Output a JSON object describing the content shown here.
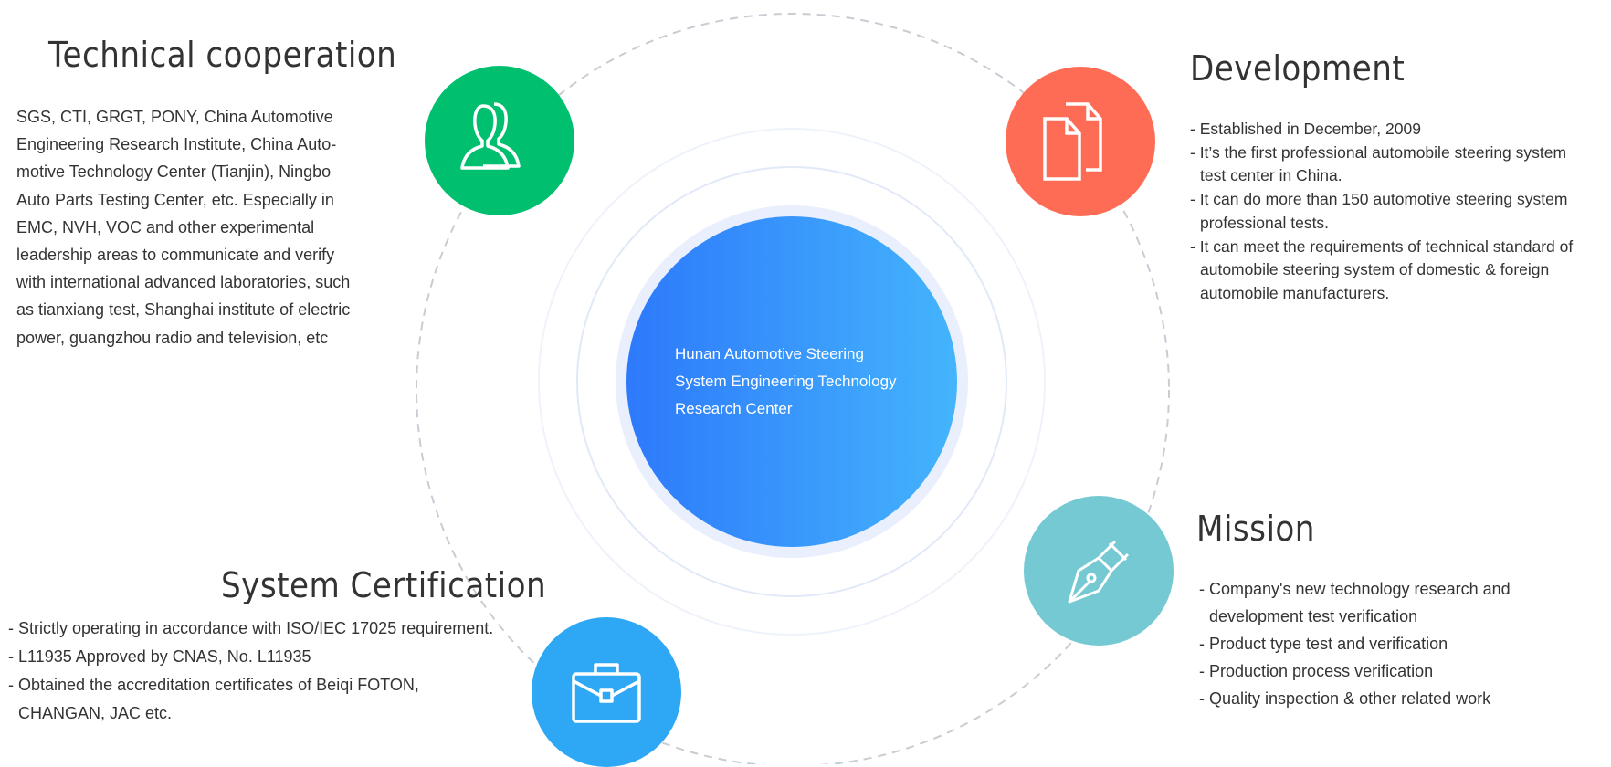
{
  "center": {
    "lines": [
      "Hunan Automotive Steering",
      "System Engineering Technology",
      "Research Center"
    ]
  },
  "technical_cooperation": {
    "title": "Technical cooperation",
    "icon": "users-icon",
    "color": "#00bf6f",
    "lines": [
      "SGS, CTI, GRGT, PONY, China Automotive",
      "Engineering Research Institute, China Auto-",
      "motive Technology  Center (Tianjin), Ningbo",
      "Auto Parts Testing Center, etc. Especially in",
      "EMC, NVH, VOC and other experimental",
      "leadership areas to communicate and verify",
      "with international advanced laboratories, such",
      "as tianxiang test, Shanghai institute of electric",
      "power, guangzhou radio and television, etc"
    ]
  },
  "development": {
    "title": "Development",
    "icon": "documents-icon",
    "color": "#ff6c55",
    "items": [
      "- Established in December, 2009",
      "- It’s  the first professional automobile  steering system test center in China.",
      "- It can do  more than 150 automotive steering system professional tests.",
      "- It can meet the requirements of technical standard of automobile steering system of domestic  & foreign automobile manufacturers."
    ]
  },
  "mission": {
    "title": "Mission",
    "icon": "pen-nib-icon",
    "color": "#74c9d3",
    "items": [
      "- Company's new technology research and development test verification",
      "- Product type test and verification",
      "- Production process verification",
      "- Quality inspection & other related work"
    ]
  },
  "system_certification": {
    "title": "System Certification",
    "icon": "briefcase-icon",
    "color": "#2ea7f4",
    "items": [
      "- Strictly operating in accordance with ISO/IEC 17025 requirement.",
      "- L11935  Approved by CNAS, No. L11935",
      "- Obtained the accreditation certificates  of Beiqi FOTON, CHANGAN, JAC etc."
    ]
  }
}
